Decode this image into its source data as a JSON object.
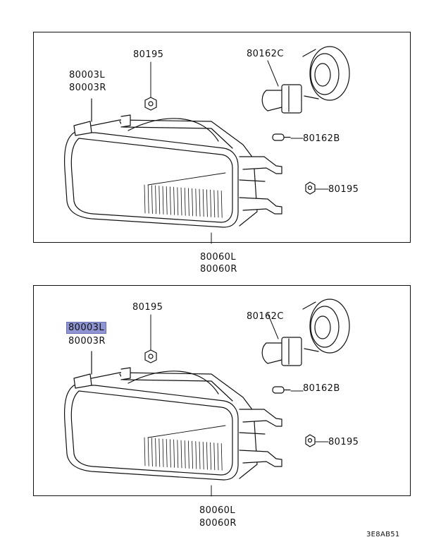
{
  "diagram": {
    "top": {
      "lamp_assy_l": "80003L",
      "lamp_assy_r": "80003R",
      "nut_upper": "80195",
      "bulb_main": "80162C",
      "bulb_small": "80162B",
      "nut_lower": "80195",
      "body_l": "80060L",
      "body_r": "80060R"
    },
    "bottom": {
      "lamp_assy_l": "80003L",
      "lamp_assy_r": "80003R",
      "nut_upper": "80195",
      "bulb_main": "80162C",
      "bulb_small": "80162B",
      "nut_lower": "80195",
      "body_l": "80060L",
      "body_r": "80060R"
    },
    "highlight_color": "#8f95d3",
    "code": "3E8AB51"
  }
}
